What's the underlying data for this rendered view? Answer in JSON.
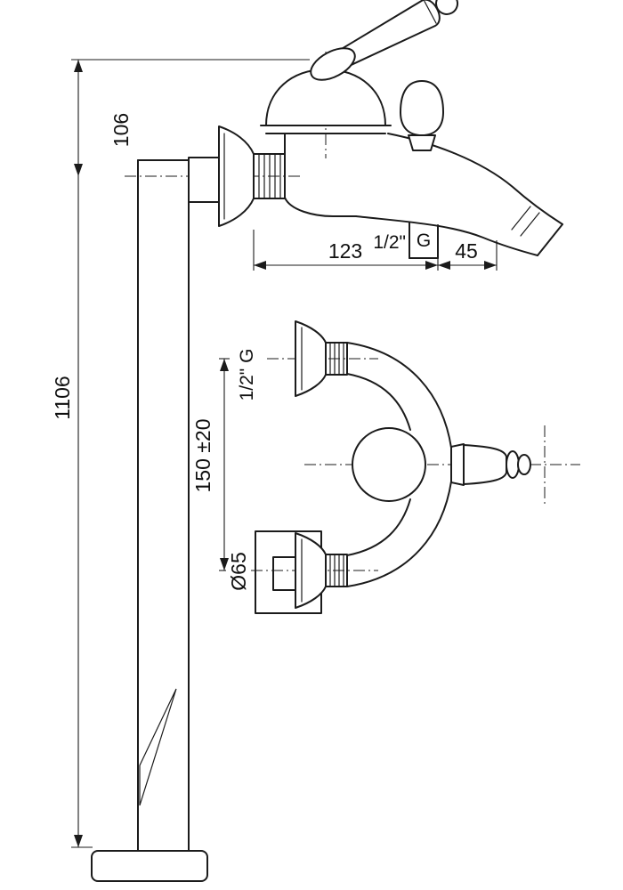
{
  "drawing": {
    "dimensions": {
      "top_offset": "106",
      "total_height": "1106",
      "spout_reach": "123",
      "spout_end": "45",
      "centers_distance": "150 ±20",
      "flange_diameter": "Ø65"
    },
    "threads": {
      "spout_outlet_size": "1/2\"",
      "spout_outlet_standard": "G",
      "wall_connection": "1/2\" G"
    }
  }
}
